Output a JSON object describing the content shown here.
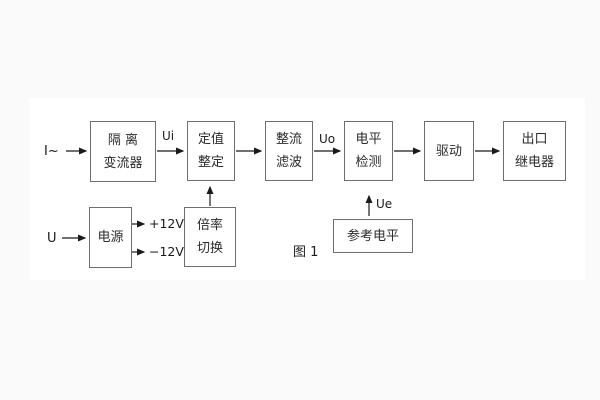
{
  "figure": {
    "caption": "图 1",
    "blocks": {
      "isolation": {
        "line1": "隔 离",
        "line2": "变流器"
      },
      "setting": {
        "line1": "定值",
        "line2": "整定"
      },
      "rectify_filter": {
        "line1": "整流",
        "line2": "滤波"
      },
      "level_detect": {
        "line1": "电平",
        "line2": "检测"
      },
      "drive": {
        "line1": "驱动"
      },
      "output_relay": {
        "line1": "出口",
        "line2": "继电器"
      },
      "power_supply": {
        "line1": "电源"
      },
      "ratio_switch": {
        "line1": "倍率",
        "line2": "切换"
      },
      "reference_level": {
        "line1": "参考电平"
      }
    },
    "signals": {
      "current_input": "I~",
      "voltage_input": "U",
      "ui": "Ui",
      "uo": "Uo",
      "ue": "Ue",
      "rail_positive": "+12V",
      "rail_negative": "−12V"
    }
  },
  "colors": {
    "page_bg": "#fafafa",
    "canvas_bg": "#ffffff",
    "border": "#6e6e6e",
    "text": "#2b2b2b",
    "line": "#1a1a1a"
  }
}
